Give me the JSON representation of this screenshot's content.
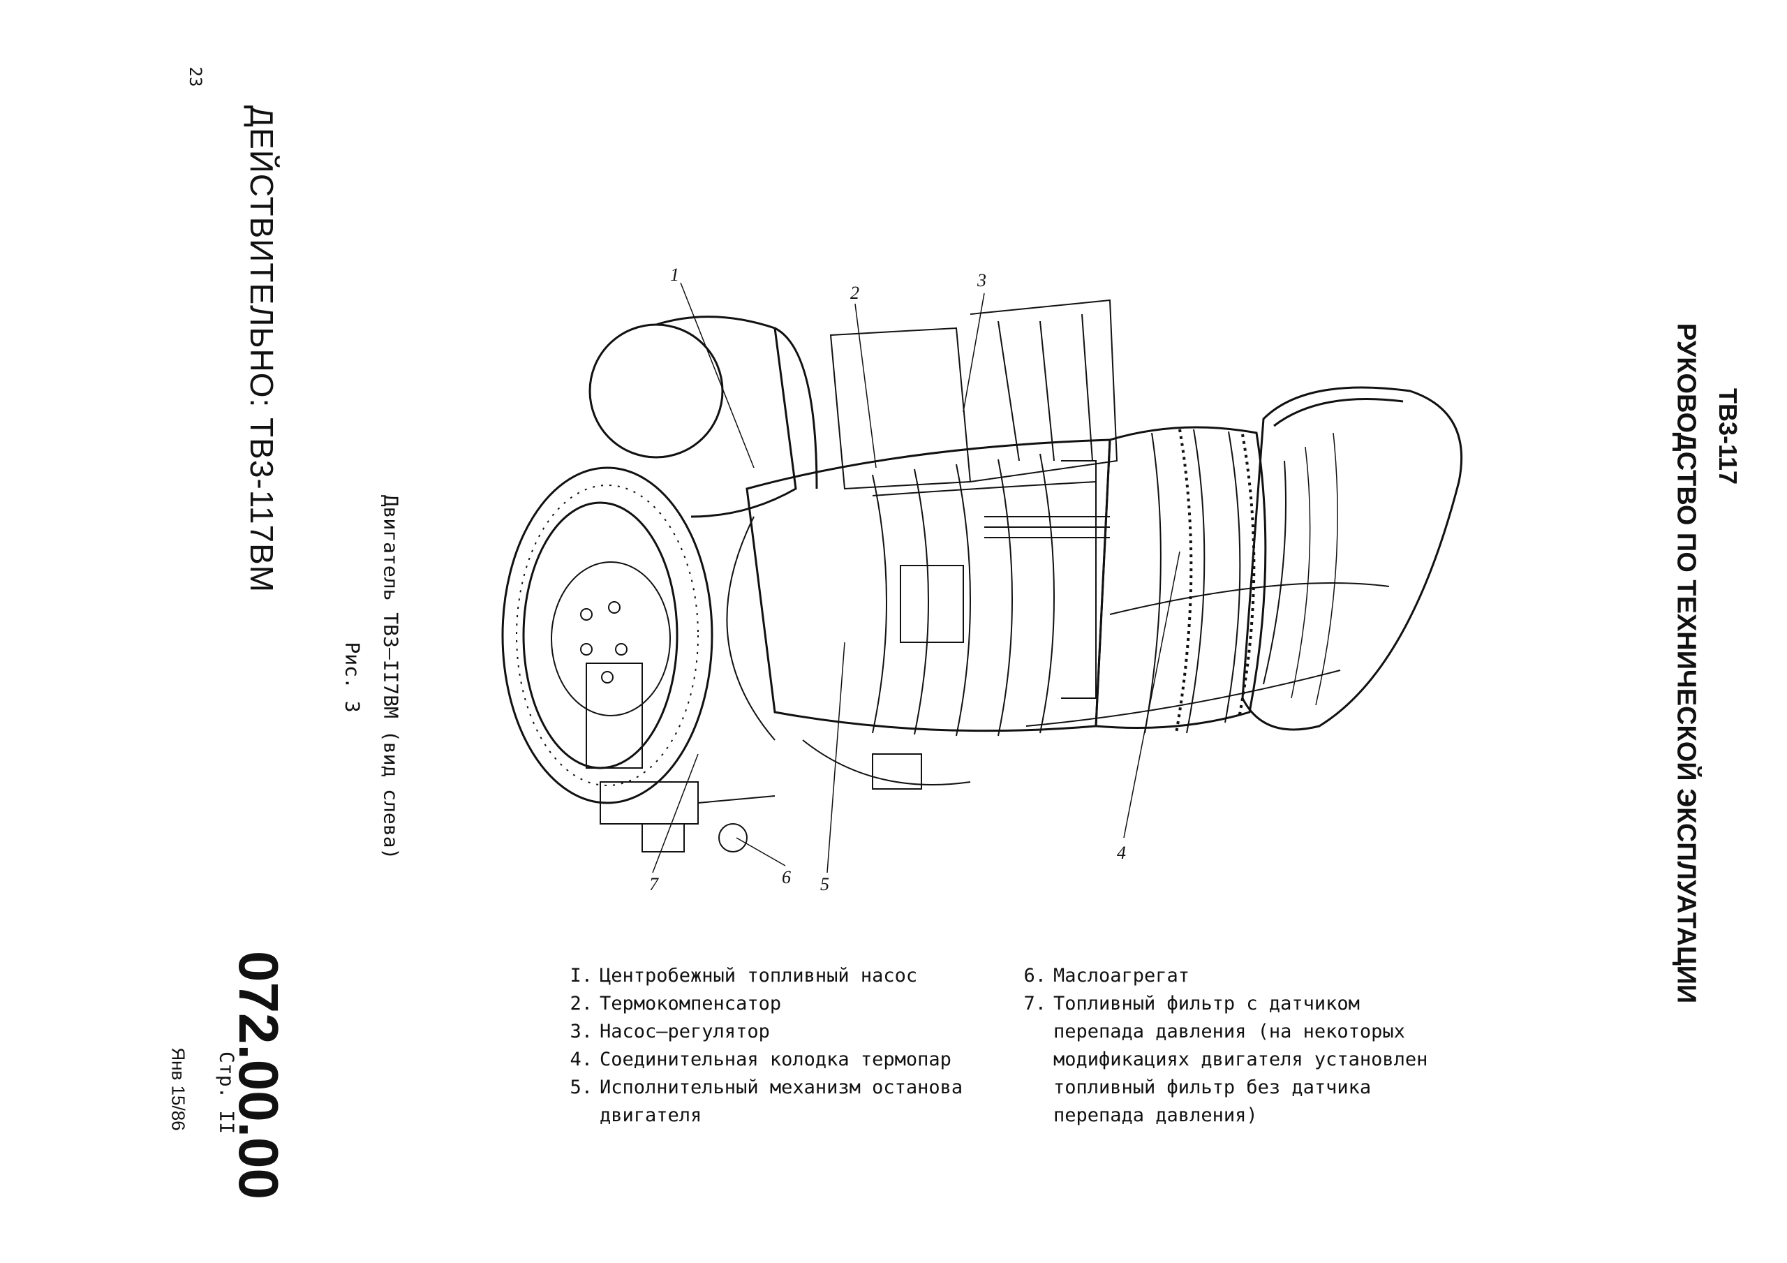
{
  "page": {
    "page_number": "23",
    "validity": "ДЕЙСТВИТЕЛЬНО: ТВ3-117ВМ",
    "doc_title": "ТВ3-117",
    "doc_subtitle": "РУКОВОДСТВО ПО ТЕХНИЧЕСКОЙ ЭКСПЛУАТАЦИИ",
    "doc_code": "072.00.00",
    "doc_page": "Стр. II",
    "doc_date": "Янв 15/86"
  },
  "figure": {
    "caption": "Двигатель ТВ3–II7ВМ (вид слева)",
    "number": "Рис. 3",
    "callouts": [
      "1",
      "2",
      "3",
      "4",
      "5",
      "6",
      "7"
    ]
  },
  "legend": {
    "left": [
      {
        "num": "I.",
        "text": "Центробежный топливный насос"
      },
      {
        "num": "2.",
        "text": "Термокомпенсатор"
      },
      {
        "num": "3.",
        "text": "Насос–регулятор"
      },
      {
        "num": "4.",
        "text": "Соединительная колодка термопар"
      },
      {
        "num": "5.",
        "text": "Исполнительный механизм останова"
      },
      {
        "num": "",
        "text": "двигателя"
      }
    ],
    "right": [
      {
        "num": "6.",
        "text": "Маслоагрегат"
      },
      {
        "num": "7.",
        "text": "Топливный фильтр с датчиком"
      },
      {
        "num": "",
        "text": "перепада давления (на некоторых"
      },
      {
        "num": "",
        "text": "модификациях двигателя установлен"
      },
      {
        "num": "",
        "text": "топливный фильтр без датчика"
      },
      {
        "num": "",
        "text": "перепада давления)"
      }
    ]
  }
}
